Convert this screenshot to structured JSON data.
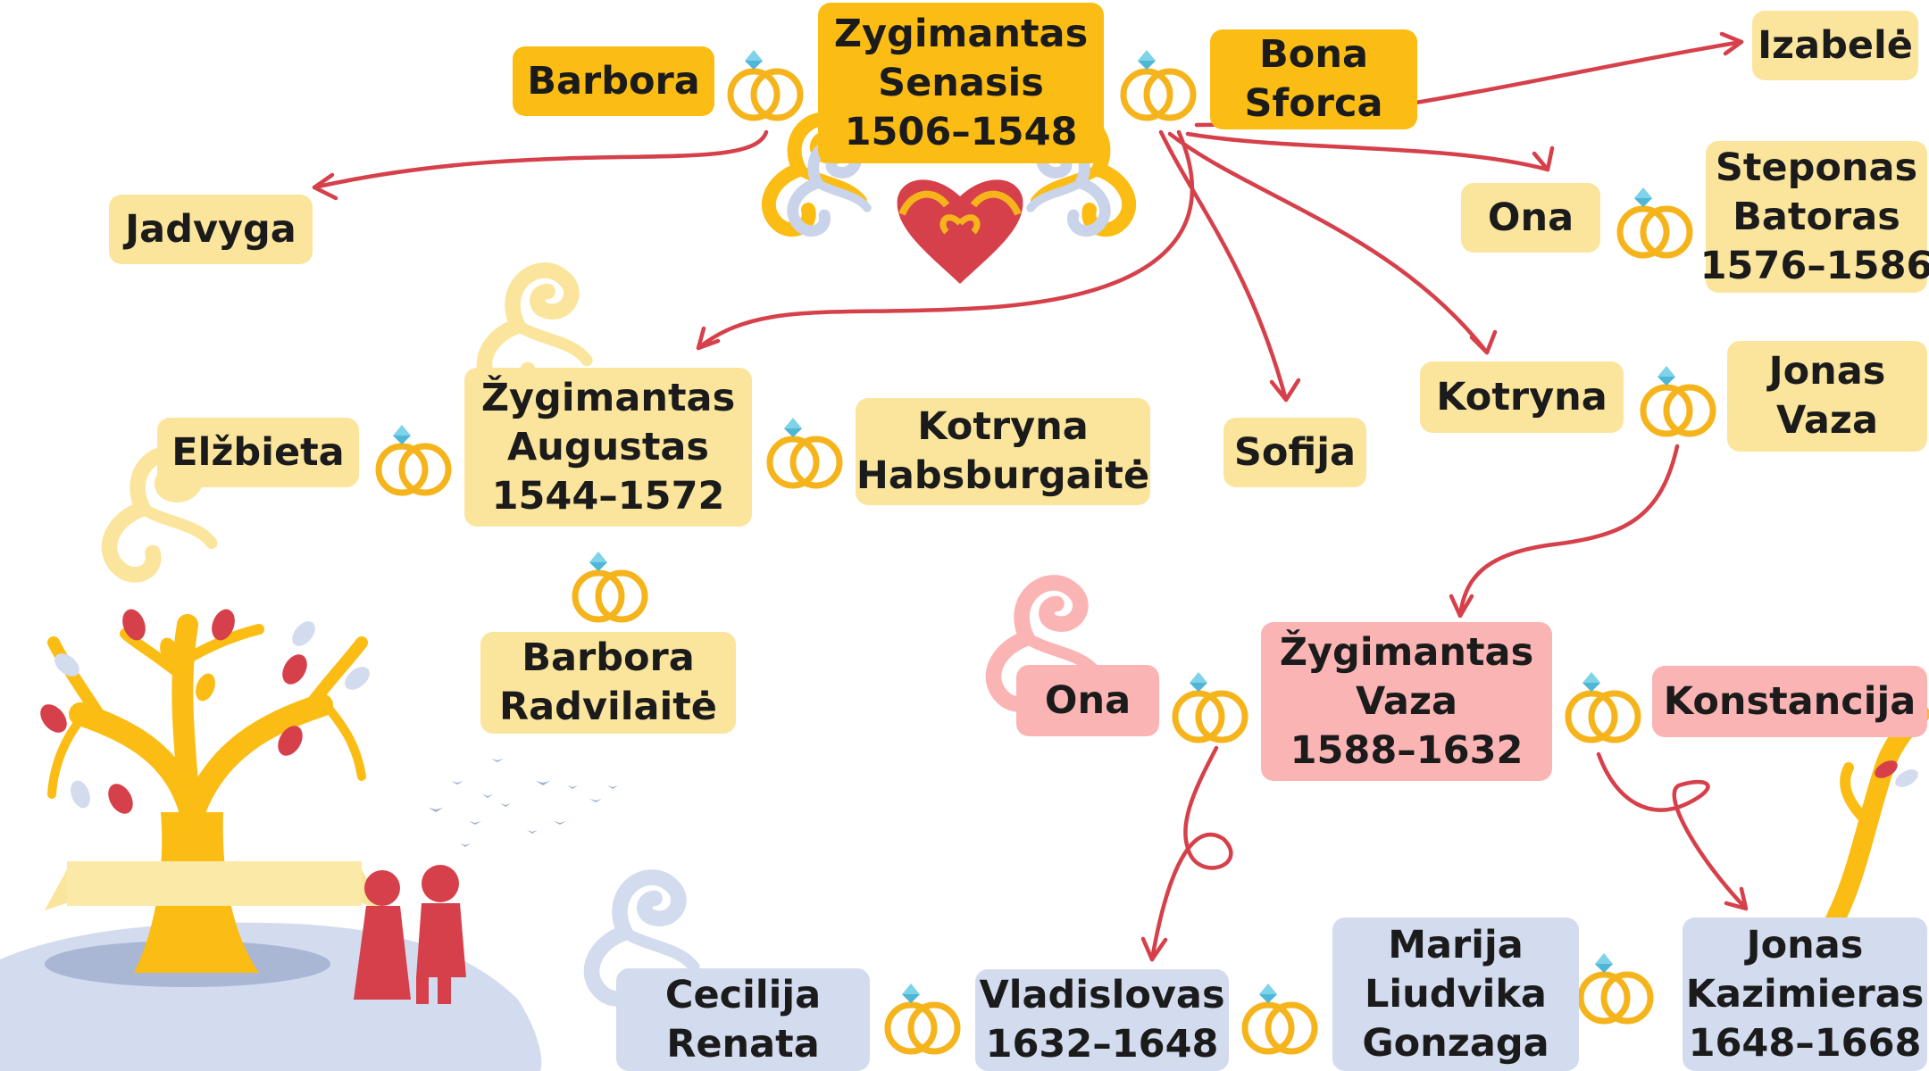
{
  "nodes": {
    "zygimantas_senasis": {
      "lines": [
        "Zygimantas",
        "Senasis",
        "1506–1548"
      ]
    },
    "barbora": {
      "lines": [
        "Barbora"
      ]
    },
    "bona_sforca": {
      "lines": [
        "Bona",
        "Sforca"
      ]
    },
    "izabele": {
      "lines": [
        "Izabelė"
      ]
    },
    "jadvyga": {
      "lines": [
        "Jadvyga"
      ]
    },
    "ona_1": {
      "lines": [
        "Ona"
      ]
    },
    "steponas_batoras": {
      "lines": [
        "Steponas",
        "Batoras",
        "1576–1586"
      ]
    },
    "zygimantas_augustas": {
      "lines": [
        "Žygimantas",
        "Augustas",
        "1544–1572"
      ]
    },
    "elzbieta": {
      "lines": [
        "Elžbieta"
      ]
    },
    "kotryna_habsburgaite": {
      "lines": [
        "Kotryna",
        "Habsburgaitė"
      ]
    },
    "sofija": {
      "lines": [
        "Sofija"
      ]
    },
    "kotryna": {
      "lines": [
        "Kotryna"
      ]
    },
    "jonas_vaza": {
      "lines": [
        "Jonas",
        "Vaza"
      ]
    },
    "barbora_radvilaite": {
      "lines": [
        "Barbora",
        "Radvilaitė"
      ]
    },
    "ona_2": {
      "lines": [
        "Ona"
      ]
    },
    "zygimantas_vaza": {
      "lines": [
        "Žygimantas",
        "Vaza",
        "1588–1632"
      ]
    },
    "konstancija": {
      "lines": [
        "Konstancija"
      ]
    },
    "cecilija_renata": {
      "lines": [
        "Cecilija",
        "Renata"
      ]
    },
    "vladislovas": {
      "lines": [
        "Vladislovas",
        "1632–1648"
      ]
    },
    "marija_liudvika_gonzaga": {
      "lines": [
        "Marija",
        "Liudvika",
        "Gonzaga"
      ]
    },
    "jonas_kazimieras": {
      "lines": [
        "Jonas",
        "Kazimieras",
        "1648–1668"
      ]
    }
  },
  "colors": {
    "gold": "#fbbc13",
    "cream": "#fbe59c",
    "pink": "#fbb4b4",
    "blue": "#d3dbef",
    "arrow": "#d6404a",
    "ring": "#f6b41c",
    "diamond": "#7fd3e8"
  },
  "icons": [
    "wedding-rings-icon",
    "heart-icon",
    "ornament-swirl-icon",
    "tree-illustration",
    "birds-icon",
    "couple-silhouette"
  ]
}
